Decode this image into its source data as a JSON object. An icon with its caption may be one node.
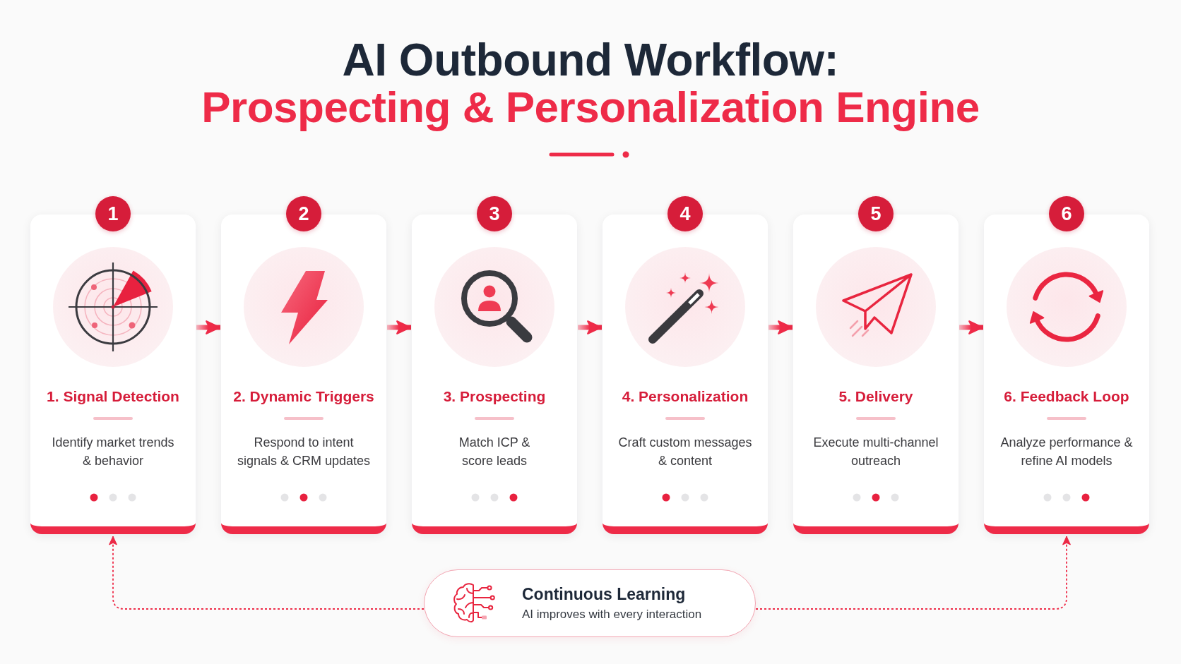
{
  "diagram": {
    "title": "AI Outbound Workflow:",
    "labels": [
      "Prospecting & Personalization Engine"
    ],
    "nodes": [
      {
        "text": [
          "1"
        ]
      },
      {
        "text": [
          "1. Signal Detection",
          "Identify market trends & behavior"
        ]
      },
      {
        "text": [
          "2"
        ]
      },
      {
        "text": [
          "2. Dynamic Triggers",
          "Respond to intent signals & CRM updates"
        ]
      },
      {
        "text": [
          "3"
        ]
      },
      {
        "text": [
          "3. Prospecting",
          "Match ICP & score leads"
        ]
      },
      {
        "text": [
          "4"
        ]
      },
      {
        "text": [
          "4. Personalization",
          "Craft custom messages & content"
        ]
      },
      {
        "text": [
          "5"
        ]
      },
      {
        "text": [
          "5. Delivery",
          "Execute multi-channel outreach"
        ]
      },
      {
        "text": [
          "6"
        ]
      },
      {
        "text": [
          "6. Feedback Loop",
          "Analyze performance & refine AI models"
        ]
      },
      {
        "text": [
          "Continuous Learning",
          "AI improves with every interaction"
        ]
      }
    ],
    "edges": [
      {
        "from": 1,
        "to": 3,
        "arrow": "to"
      },
      {
        "from": 3,
        "to": 5,
        "arrow": "to"
      },
      {
        "from": 5,
        "to": 7,
        "arrow": "to"
      },
      {
        "from": 7,
        "to": 9,
        "arrow": "to"
      },
      {
        "from": 9,
        "to": 11,
        "arrow": "to"
      },
      {
        "from": 12,
        "to": 1,
        "arrow": "to",
        "style": "dashed"
      },
      {
        "from": 12,
        "to": 11,
        "arrow": "to",
        "style": "dashed"
      }
    ]
  }
}
